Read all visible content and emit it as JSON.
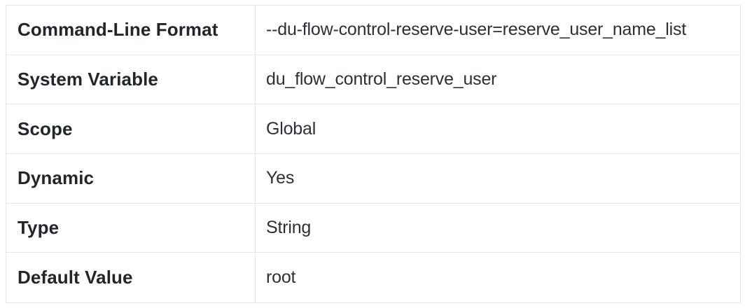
{
  "theme": {
    "border_color": "#e4e6e9",
    "label_text_color": "#21262c",
    "value_text_color": "#2b3036",
    "background_color": "#ffffff"
  },
  "table": {
    "rows": [
      {
        "label": "Command-Line Format",
        "value": "--du-flow-control-reserve-user=reserve_user_name_list"
      },
      {
        "label": "System Variable",
        "value": "du_flow_control_reserve_user"
      },
      {
        "label": "Scope",
        "value": "Global"
      },
      {
        "label": "Dynamic",
        "value": "Yes"
      },
      {
        "label": "Type",
        "value": "String"
      },
      {
        "label": "Default Value",
        "value": "root"
      }
    ]
  }
}
